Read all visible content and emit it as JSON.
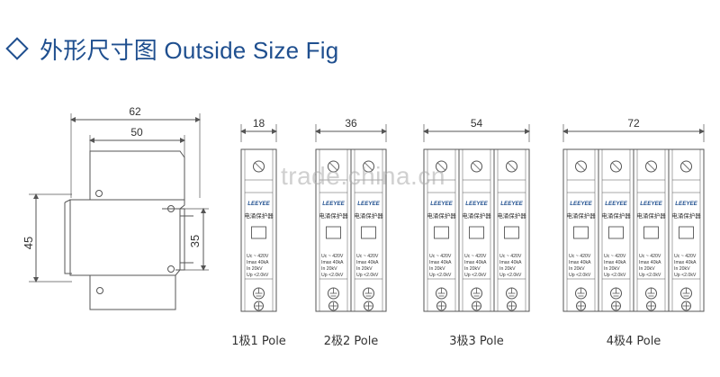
{
  "header": {
    "diamond_icon": "diamond-outline-icon",
    "title": "外形尺寸图 Outside Size Fig"
  },
  "side_view": {
    "dim_width_total": "62",
    "dim_width_inner": "50",
    "dim_height_total": "45",
    "dim_height_inner": "35"
  },
  "brand_label": "LEEYEE",
  "cn_label": "电涌保护器",
  "spec_lines": [
    "Uc ~ 420V",
    "Imax  40kA",
    "In     20kV",
    "Up   <2.0kV"
  ],
  "modules": [
    {
      "dim": "18",
      "caption": "1极1 Pole",
      "poles": 1
    },
    {
      "dim": "36",
      "caption": "2极2 Pole",
      "poles": 2
    },
    {
      "dim": "54",
      "caption": "3极3 Pole",
      "poles": 3
    },
    {
      "dim": "72",
      "caption": "4极4 Pole",
      "poles": 4
    }
  ],
  "watermark": "trade.china.cn",
  "colors": {
    "title": "#1f4f8f",
    "brand": "#1f4f8f",
    "line": "#555555"
  }
}
